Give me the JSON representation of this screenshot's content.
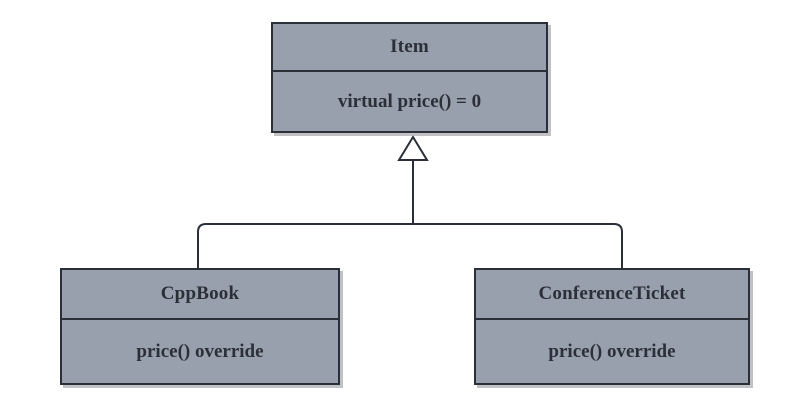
{
  "diagram": {
    "type": "uml-class-diagram",
    "relationship": "generalization",
    "background_color": "#ffffff",
    "box_fill_color": "#99a0ad",
    "box_border_color": "#2b3038",
    "text_color": "#2b3038",
    "connector_color": "#2b3038",
    "arrowhead": "hollow-triangle",
    "classes": {
      "base": {
        "name": "Item",
        "members": "virtual price() = 0"
      },
      "derived_left": {
        "name": "CppBook",
        "members": "price() override"
      },
      "derived_right": {
        "name": "ConferenceTicket",
        "members": "price() override"
      }
    }
  }
}
